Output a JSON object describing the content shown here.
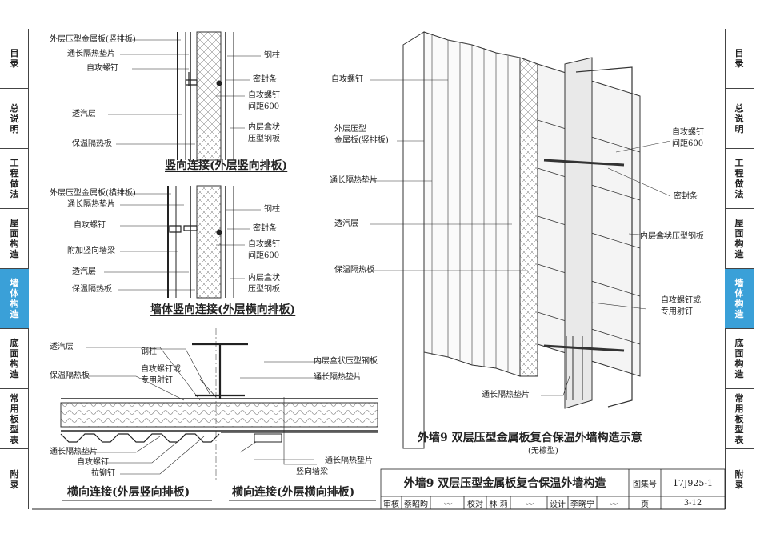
{
  "tabs_left": [
    "目录",
    "总说明",
    "工程做法",
    "屋面构造",
    "墙体构造",
    "底面构造",
    "常用板型表",
    "附录"
  ],
  "tabs_right": [
    "目录",
    "总说明",
    "工程做法",
    "屋面构造",
    "墙体构造",
    "底面构造",
    "常用板型表",
    "附录"
  ],
  "active_tab": "墙体构造",
  "fig1": {
    "labels": [
      "外层压型金属板(竖排板)",
      "通长隔热垫片",
      "自攻螺钉",
      "透汽层",
      "保温隔热板",
      "钢柱",
      "密封条",
      "自攻螺钉",
      "间距600",
      "内层盒状",
      "压型钢板"
    ],
    "caption": "竖向连接(外层竖向排板)"
  },
  "fig2": {
    "labels": [
      "外层压型金属板(横排板)",
      "通长隔热垫片",
      "自攻螺钉",
      "附加竖向墙梁",
      "透汽层",
      "保温隔热板",
      "钢柱",
      "密封条",
      "自攻螺钉",
      "间距600",
      "内层盒状",
      "压型钢板"
    ],
    "caption": "墙体竖向连接(外层横向排板)"
  },
  "fig3": {
    "labels": [
      "透汽层",
      "保温隔热板",
      "钢柱",
      "自攻螺钉或",
      "专用射钉",
      "内层盒状压型钢板",
      "通长隔热垫片",
      "通长隔热垫片",
      "自攻螺钉",
      "拉铆钉",
      "竖向墙梁",
      "通长隔热垫片"
    ],
    "caption_left": "横向连接(外层竖向排板)",
    "caption_right": "横向连接(外层横向排板)"
  },
  "fig4": {
    "labels": [
      "自攻螺钉",
      "外层压型",
      "金属板(竖排板)",
      "通长隔热垫片",
      "透汽层",
      "保温隔热板",
      "自攻螺钉",
      "间距600",
      "密封条",
      "内层盒状压型钢板",
      "自攻螺钉或",
      "专用射钉",
      "通长隔热垫片"
    ],
    "caption": "外墙9  双层压型金属板复合保温外墙构造示意",
    "subcaption": "(无檩型)"
  },
  "title_block": {
    "title": "外墙9  双层压型金属板复合保温外墙构造",
    "atlas_label": "图集号",
    "atlas_no": "17J925-1",
    "review_label": "审核",
    "review_name": "蔡昭昀",
    "check_label": "校对",
    "check_name": "林 莉",
    "design_label": "设计",
    "design_name": "李晓宁",
    "page_label": "页",
    "page_no": "3-12"
  }
}
